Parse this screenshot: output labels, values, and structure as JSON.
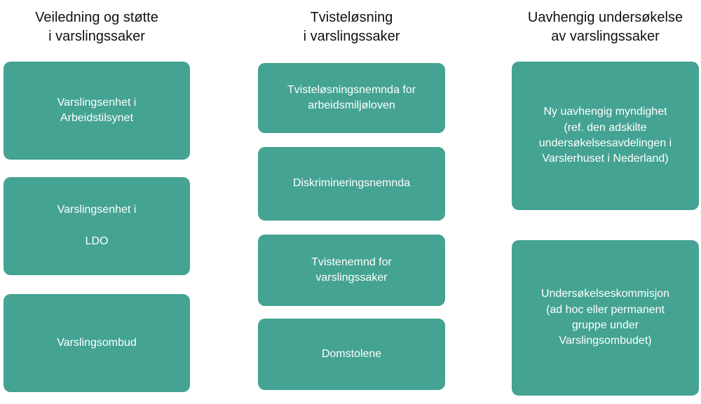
{
  "colors": {
    "box_fill": "#44A392",
    "box_text": "#FFFFFF",
    "header_text": "#111111",
    "background": "#FFFFFF"
  },
  "columns": [
    {
      "header": "Veiledning og støtte\ni varslingssaker",
      "boxes": [
        {
          "text": "Varslingsenhet i\nArbeidstilsynet"
        },
        {
          "text": "Varslingsenhet i\n\nLDO"
        },
        {
          "text": "Varslingsombud"
        }
      ]
    },
    {
      "header": "Tvisteløsning\ni varslingssaker",
      "boxes": [
        {
          "text": "Tvisteløsningsnemnda for\narbeidsmiljøloven"
        },
        {
          "text": "Diskrimineringsnemnda"
        },
        {
          "text": "Tvistenemnd for\nvarslingssaker"
        },
        {
          "text": "Domstolene"
        }
      ]
    },
    {
      "header": "Uavhengig undersøkelse\nav varslingssaker",
      "boxes": [
        {
          "text": "Ny uavhengig myndighet\n(ref. den adskilte\nundersøkelsesavdelingen i\nVarslerhuset i Nederland)"
        },
        {
          "text": "Undersøkelseskommisjon\n(ad hoc eller permanent\ngruppe under\nVarslingsombudet)"
        }
      ]
    }
  ]
}
